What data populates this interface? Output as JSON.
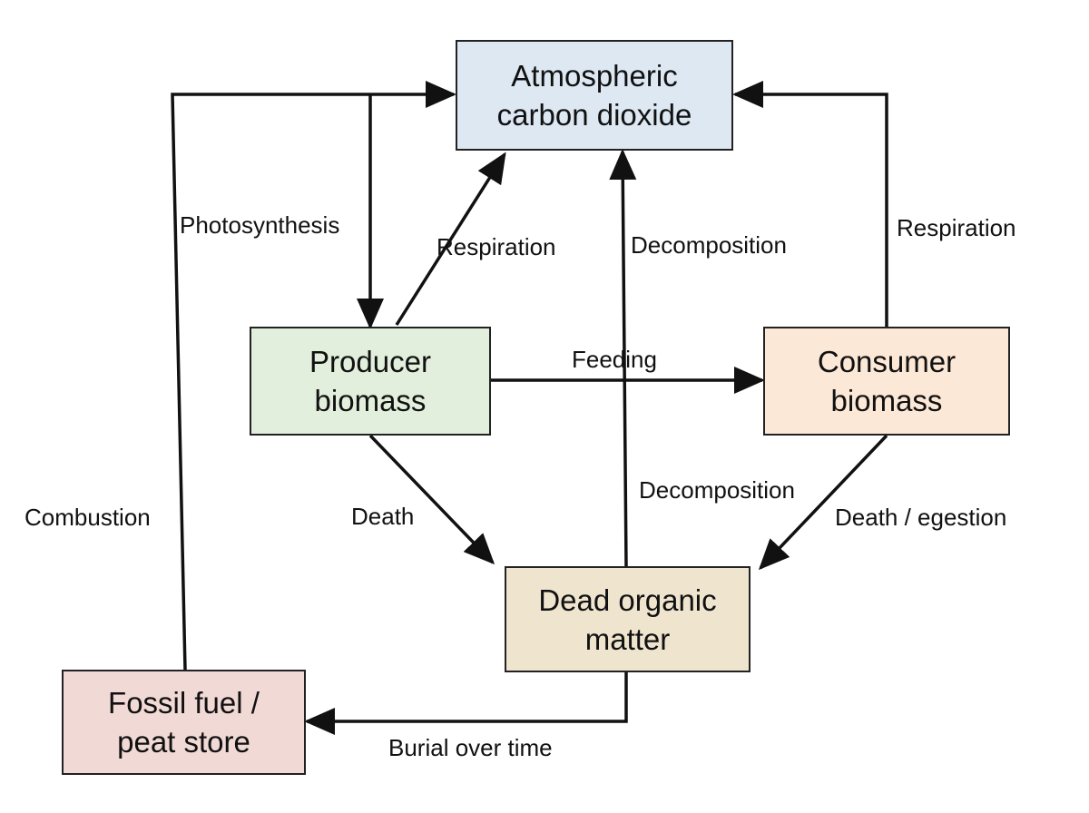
{
  "nodes": {
    "atmosphere": {
      "line1": "Atmospheric",
      "line2": "carbon dioxide",
      "fill": "#dde8f3"
    },
    "producer": {
      "line1": "Producer",
      "line2": "biomass",
      "fill": "#e2efdc"
    },
    "consumer": {
      "line1": "Consumer",
      "line2": "biomass",
      "fill": "#fce8d6"
    },
    "dead_matter": {
      "line1": "Dead organic",
      "line2": "matter",
      "fill": "#efe5cf"
    },
    "fossil": {
      "line1": "Fossil fuel /",
      "line2": "peat store",
      "fill": "#f1d9d5"
    }
  },
  "edges": {
    "photosynthesis": "Photosynthesis",
    "producer_respiration": "Respiration",
    "decomposition_up": "Decomposition",
    "consumer_respiration": "Respiration",
    "feeding": "Feeding",
    "decomposition_mid": "Decomposition",
    "producer_death": "Death",
    "consumer_death": "Death / egestion",
    "combustion": "Combustion",
    "burial": "Burial over time"
  },
  "colors": {
    "line": "#111111"
  }
}
